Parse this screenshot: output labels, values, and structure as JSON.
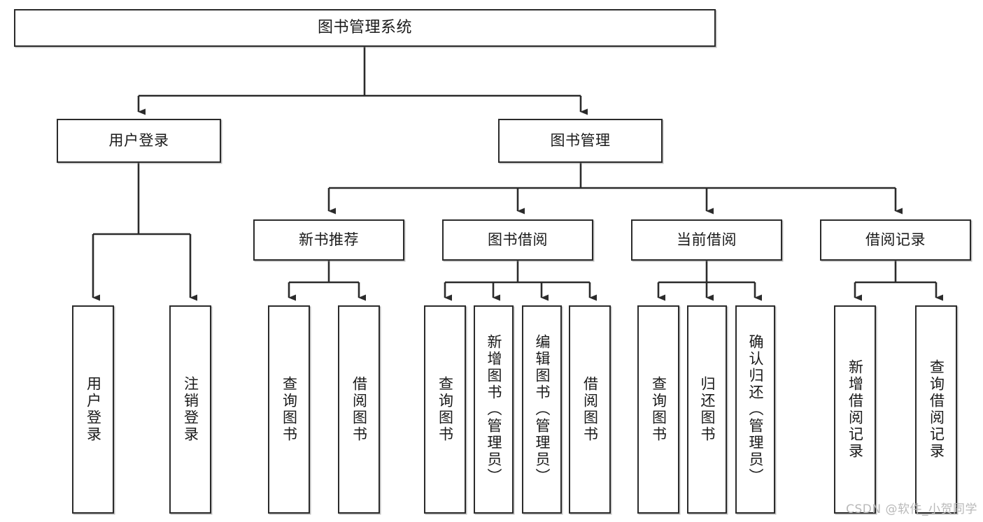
{
  "diagram": {
    "title": "图书管理系统",
    "type": "tree",
    "root": {
      "id": "root",
      "label": "图书管理系统",
      "orientation": "horizontal"
    },
    "level2": [
      {
        "id": "user-login",
        "label": "用户登录",
        "orientation": "horizontal"
      },
      {
        "id": "book-manage",
        "label": "图书管理",
        "orientation": "horizontal"
      }
    ],
    "level3": [
      {
        "id": "new-book-recommend",
        "label": "新书推荐",
        "orientation": "horizontal",
        "parent": "book-manage"
      },
      {
        "id": "book-borrow",
        "label": "图书借阅",
        "orientation": "horizontal",
        "parent": "book-manage"
      },
      {
        "id": "current-borrow",
        "label": "当前借阅",
        "orientation": "horizontal",
        "parent": "book-manage"
      },
      {
        "id": "borrow-record",
        "label": "借阅记录",
        "orientation": "horizontal",
        "parent": "book-manage"
      }
    ],
    "leaves": [
      {
        "id": "leaf-user-login",
        "label": "用户登录",
        "orientation": "vertical",
        "parent": "user-login"
      },
      {
        "id": "leaf-user-logout",
        "label": "注销登录",
        "orientation": "vertical",
        "parent": "user-login"
      },
      {
        "id": "leaf-query-book-1",
        "label": "查询图书",
        "orientation": "vertical",
        "parent": "new-book-recommend"
      },
      {
        "id": "leaf-borrow-book-1",
        "label": "借阅图书",
        "orientation": "vertical",
        "parent": "new-book-recommend"
      },
      {
        "id": "leaf-query-book-2",
        "label": "查询图书",
        "orientation": "vertical",
        "parent": "book-borrow"
      },
      {
        "id": "leaf-add-book",
        "label": "新增图书（管理员）",
        "orientation": "vertical",
        "parent": "book-borrow"
      },
      {
        "id": "leaf-edit-book",
        "label": "编辑图书（管理员）",
        "orientation": "vertical",
        "parent": "book-borrow"
      },
      {
        "id": "leaf-borrow-book-2",
        "label": "借阅图书",
        "orientation": "vertical",
        "parent": "book-borrow"
      },
      {
        "id": "leaf-query-book-3",
        "label": "查询图书",
        "orientation": "vertical",
        "parent": "current-borrow"
      },
      {
        "id": "leaf-return-book",
        "label": "归还图书",
        "orientation": "vertical",
        "parent": "current-borrow"
      },
      {
        "id": "leaf-confirm-return",
        "label": "确认归还（管理员）",
        "orientation": "vertical",
        "parent": "current-borrow"
      },
      {
        "id": "leaf-add-record",
        "label": "新增借阅记录",
        "orientation": "vertical",
        "parent": "borrow-record"
      },
      {
        "id": "leaf-query-record",
        "label": "查询借阅记录",
        "orientation": "vertical",
        "parent": "borrow-record"
      }
    ],
    "watermark": "CSDN @软件_小贺同学",
    "colors": {
      "stroke": "#2b2b2b",
      "fill": "#ffffff",
      "text": "#1a1a1a",
      "watermark": "#b9b9b9"
    }
  }
}
